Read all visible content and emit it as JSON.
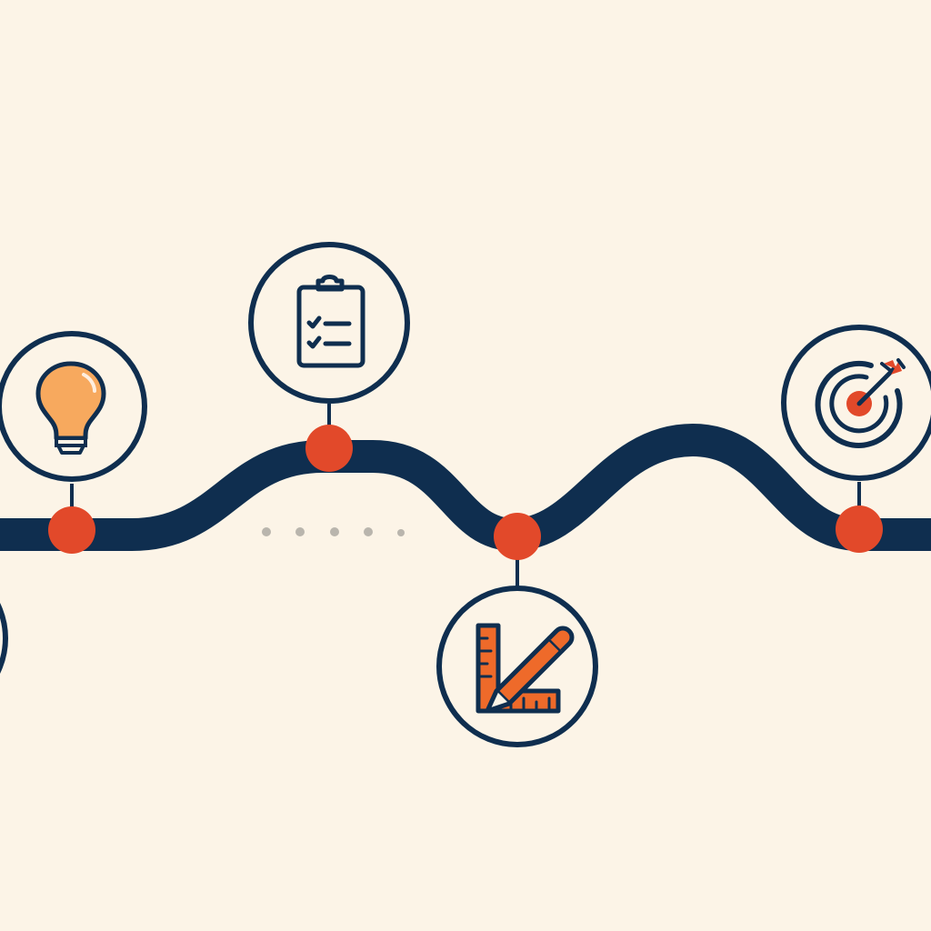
{
  "colors": {
    "background": "#fcf4e7",
    "path": "#0f2e4f",
    "node": "#e2492a",
    "icon_outline": "#0f2e4f",
    "icon_fill_bulb": "#f7a95e",
    "icon_fill_orange": "#ee6a2a",
    "dots": "#b9b5ad"
  },
  "milestones": [
    {
      "icon": "lightbulb-icon",
      "position": "above"
    },
    {
      "icon": "clipboard-checklist-icon",
      "position": "above"
    },
    {
      "icon": "pencil-ruler-icon",
      "position": "below"
    },
    {
      "icon": "target-arrow-icon",
      "position": "above"
    }
  ],
  "partial_icon": "offscreen-milestone-icon",
  "dots_count": 5
}
